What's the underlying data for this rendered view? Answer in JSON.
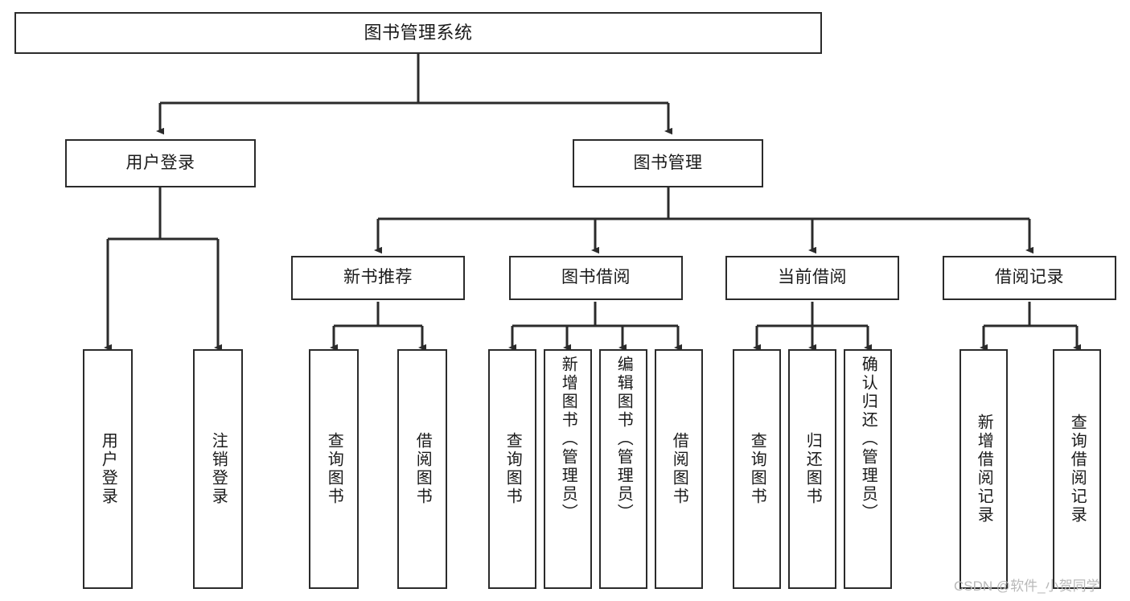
{
  "diagram": {
    "title": "图书管理系统",
    "type": "function-structure-tree",
    "colors": {
      "stroke": "#2b2b2b",
      "fill": "#ffffff",
      "background": "#ffffff",
      "watermark": "#b9b9b9"
    },
    "root": {
      "label": "图书管理系统"
    },
    "level1": [
      {
        "label": "用户登录"
      },
      {
        "label": "图书管理"
      }
    ],
    "level2": [
      {
        "label": "新书推荐"
      },
      {
        "label": "图书借阅"
      },
      {
        "label": "当前借阅"
      },
      {
        "label": "借阅记录"
      }
    ],
    "leaves": {
      "user_login": [
        {
          "label": "用户登录"
        },
        {
          "label": "注销登录"
        }
      ],
      "new_book_recommend": [
        {
          "label": "查询图书"
        },
        {
          "label": "借阅图书"
        }
      ],
      "book_borrow": [
        {
          "label": "查询图书"
        },
        {
          "label": "新增图书（管理员）"
        },
        {
          "label": "编辑图书（管理员）"
        },
        {
          "label": "借阅图书"
        }
      ],
      "current_borrow": [
        {
          "label": "查询图书"
        },
        {
          "label": "归还图书"
        },
        {
          "label": "确认归还（管理员）"
        }
      ],
      "borrow_record": [
        {
          "label": "新增借阅记录"
        },
        {
          "label": "查询借阅记录"
        }
      ]
    }
  },
  "watermark": {
    "text": "CSDN @软件_小贺同学"
  }
}
